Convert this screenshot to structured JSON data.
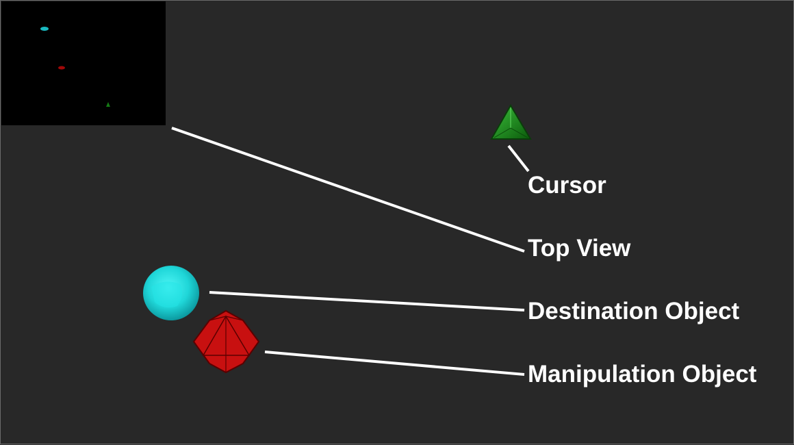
{
  "labels": {
    "cursor": "Cursor",
    "top_view": "Top View",
    "destination": "Destination Object",
    "manipulation": "Manipulation Object"
  },
  "objects": {
    "cursor": {
      "shape": "triangle",
      "color": "#1f8a1f"
    },
    "destination": {
      "shape": "sphere",
      "color": "#1fd6d8"
    },
    "manipulation": {
      "shape": "icosahedron",
      "color": "#c81010"
    }
  },
  "top_view_markers": [
    {
      "name": "destination",
      "color": "#19b9c0"
    },
    {
      "name": "manipulation",
      "color": "#a00808"
    },
    {
      "name": "cursor",
      "color": "#157a15"
    }
  ],
  "colors": {
    "background": "#282828",
    "top_view_background": "#000000",
    "leader_line": "#ffffff",
    "label_text": "#ffffff"
  }
}
